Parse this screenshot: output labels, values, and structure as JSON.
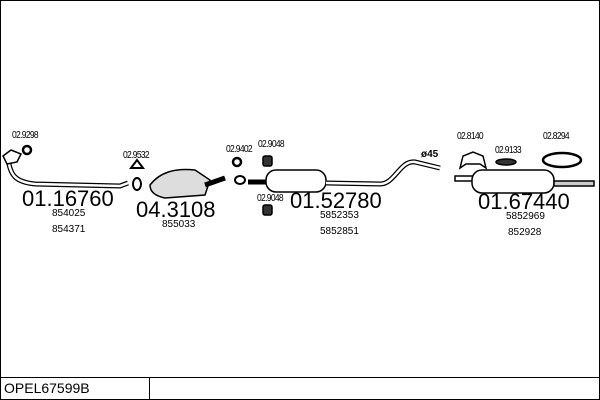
{
  "diagram_code": "OPEL67599B",
  "parts": [
    {
      "number": "01.16760",
      "oe": [
        "854025",
        "854371"
      ]
    },
    {
      "number": "04.3108",
      "oe": [
        "855033"
      ]
    },
    {
      "number": "01.52780",
      "oe": [
        "5852353",
        "5852851"
      ]
    },
    {
      "number": "01.67440",
      "oe": [
        "5852969",
        "852928"
      ]
    }
  ],
  "accessories": [
    "02.9298",
    "02.9532",
    "02.9402",
    "02.9048",
    "02.9048",
    "02.8140",
    "02.9133",
    "02.8294"
  ],
  "pipe_diameter": "ø45"
}
